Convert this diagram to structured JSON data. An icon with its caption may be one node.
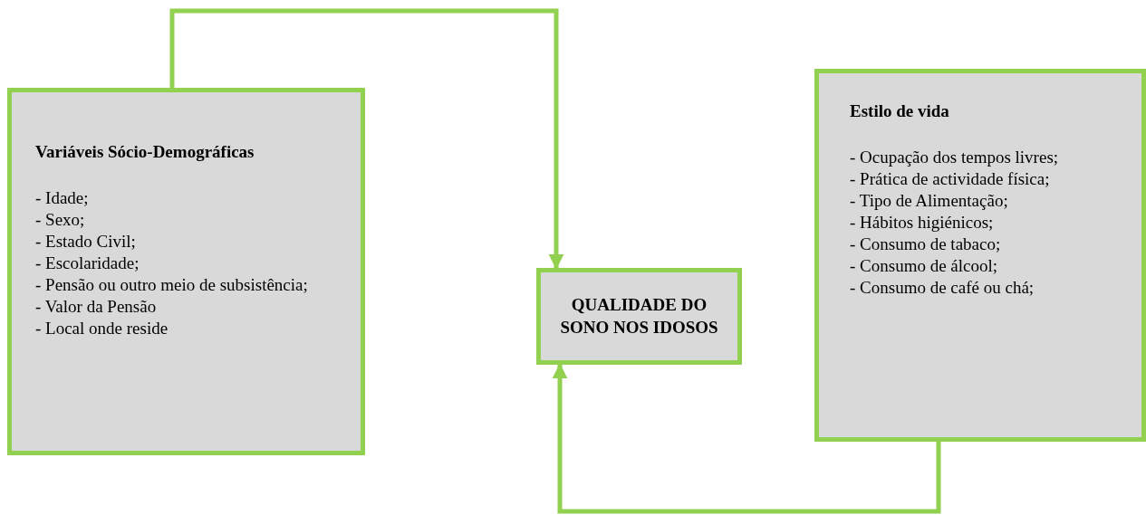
{
  "diagram": {
    "nodes": [
      {
        "text": [
          "Variáveis Sócio-Demográficas",
          "- Idade;",
          "- Sexo;",
          "- Estado Civil;",
          "- Escolaridade;",
          "- Pensão ou outro meio de subsistência;",
          "- Valor da Pensão",
          "- Local onde reside"
        ]
      },
      {
        "text": [
          "QUALIDADE DO SONO NOS IDOSOS"
        ]
      },
      {
        "text": [
          "Estilo de vida",
          "- Ocupação dos tempos livres;",
          "- Prática de actividade física;",
          "- Tipo de Alimentação;",
          "- Hábitos higiénicos;",
          "- Consumo de tabaco;",
          "- Consumo de álcool;",
          "- Consumo de café ou chá;"
        ]
      }
    ],
    "edges": [
      {
        "from": 0,
        "to": 1,
        "arrow": "to"
      },
      {
        "from": 2,
        "to": 1,
        "arrow": "to"
      }
    ]
  }
}
